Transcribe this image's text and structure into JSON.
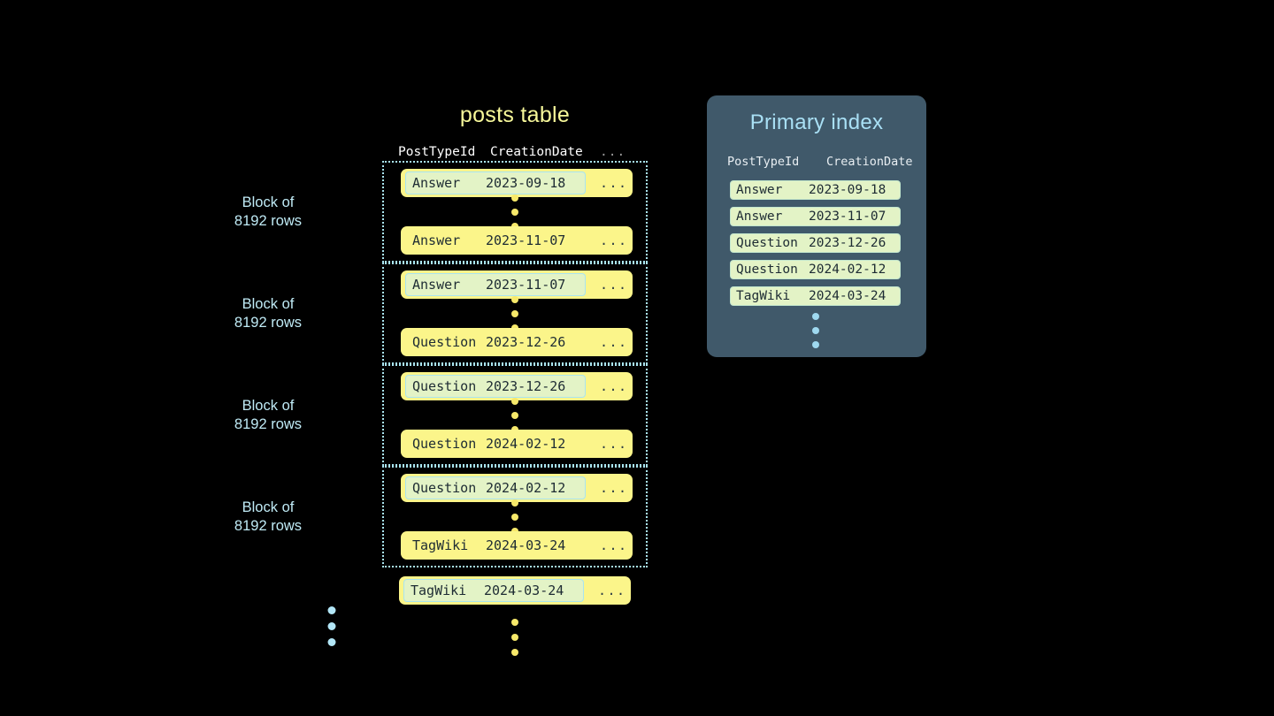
{
  "posts_table": {
    "title": "posts table",
    "columns": [
      "PostTypeId",
      "CreationDate",
      "..."
    ],
    "blocks": [
      {
        "label_line1": "Block of",
        "label_line2": "8192 rows",
        "first_row": {
          "post_type_id": "Answer",
          "creation_date": "2023-09-18",
          "ellipsis": "...",
          "highlighted": true
        },
        "last_row": {
          "post_type_id": "Answer",
          "creation_date": "2023-11-07",
          "ellipsis": "...",
          "highlighted": false
        }
      },
      {
        "label_line1": "Block of",
        "label_line2": "8192 rows",
        "first_row": {
          "post_type_id": "Answer",
          "creation_date": "2023-11-07",
          "ellipsis": "...",
          "highlighted": true
        },
        "last_row": {
          "post_type_id": "Question",
          "creation_date": "2023-12-26",
          "ellipsis": "...",
          "highlighted": false
        }
      },
      {
        "label_line1": "Block of",
        "label_line2": "8192 rows",
        "first_row": {
          "post_type_id": "Question",
          "creation_date": "2023-12-26",
          "ellipsis": "...",
          "highlighted": true
        },
        "last_row": {
          "post_type_id": "Question",
          "creation_date": "2024-02-12",
          "ellipsis": "...",
          "highlighted": false
        }
      },
      {
        "label_line1": "Block of",
        "label_line2": "8192 rows",
        "first_row": {
          "post_type_id": "Question",
          "creation_date": "2024-02-12",
          "ellipsis": "...",
          "highlighted": true
        },
        "last_row": {
          "post_type_id": "TagWiki",
          "creation_date": "2024-03-24",
          "ellipsis": "...",
          "highlighted": false
        }
      }
    ],
    "trailing_row": {
      "post_type_id": "TagWiki",
      "creation_date": "2024-03-24",
      "ellipsis": "...",
      "highlighted": true
    }
  },
  "primary_index": {
    "title": "Primary index",
    "columns": [
      "PostTypeId",
      "CreationDate"
    ],
    "rows": [
      {
        "post_type_id": "Answer",
        "creation_date": "2023-09-18"
      },
      {
        "post_type_id": "Answer",
        "creation_date": "2023-11-07"
      },
      {
        "post_type_id": "Question",
        "creation_date": "2023-12-26"
      },
      {
        "post_type_id": "Question",
        "creation_date": "2024-02-12"
      },
      {
        "post_type_id": "TagWiki",
        "creation_date": "2024-03-24"
      }
    ]
  },
  "colors": {
    "background": "#000000",
    "table_title": "#f7f89a",
    "row_yellow": "#fbf58a",
    "key_highlight_green": "#e3f3c6",
    "accent_blue": "#a9e4f0",
    "panel_slate": "#40596a",
    "panel_title_blue": "#a9e0f5",
    "dot_yellow": "#f7e96a",
    "dot_blue": "#b2e6f7"
  }
}
